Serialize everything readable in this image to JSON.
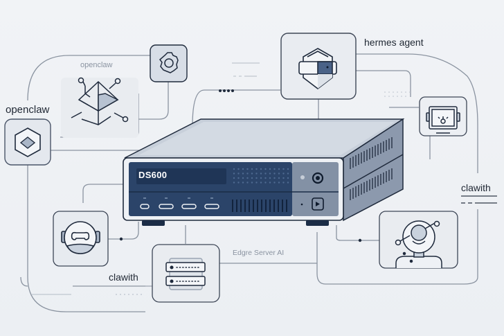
{
  "diagram": {
    "device": {
      "name": "DS600"
    },
    "labels": {
      "openclaw_left": "openclaw",
      "openclaw_top": "openclaw",
      "hermes_agent": "hermes agent",
      "clawith_right": "clawith",
      "clawith_bottom": "clawith",
      "edge_server": "Edgre Server AI"
    },
    "nodes": [
      {
        "id": "openclaw-shield",
        "icon": "shield-cube-icon"
      },
      {
        "id": "gear",
        "icon": "gear-icon"
      },
      {
        "id": "openclaw-cube",
        "icon": "cube-network-icon"
      },
      {
        "id": "hermes-agent",
        "icon": "vr-headset-hexagon-icon"
      },
      {
        "id": "monitor",
        "icon": "monitor-icon"
      },
      {
        "id": "robot",
        "icon": "robot-head-icon"
      },
      {
        "id": "server-rack",
        "icon": "server-rack-icon"
      },
      {
        "id": "avatar-bot",
        "icon": "avatar-bot-icon"
      }
    ],
    "colors": {
      "line": "#7f8895",
      "stroke": "#1f2a3c",
      "navy": "#2b4469",
      "panel_fill": "#dde3eb",
      "background": "#eef1f5"
    }
  }
}
